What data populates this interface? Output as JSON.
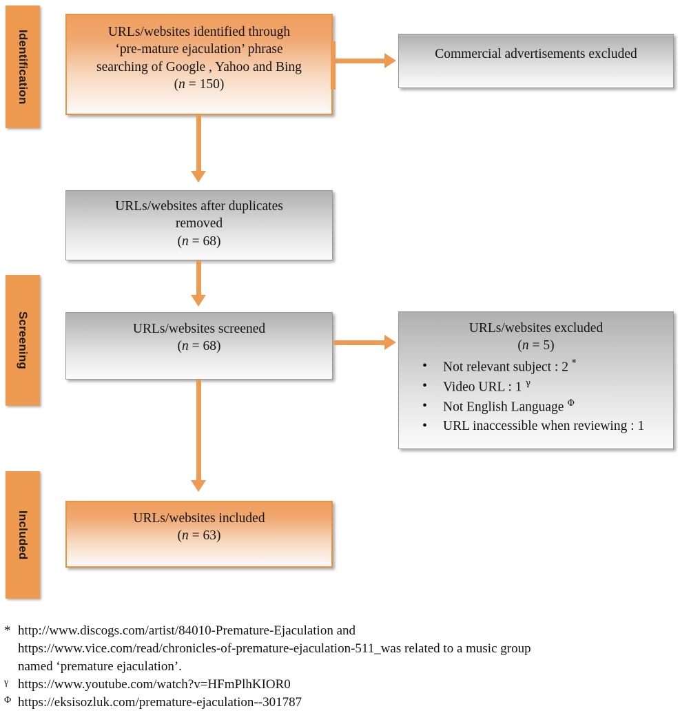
{
  "colors": {
    "accent_orange": "#ee9a51",
    "arrow_orange": "#ed9a52",
    "gray_box_top": "#b0b0b0",
    "gray_box_bottom": "#fbfbfb"
  },
  "stages": [
    {
      "label": "Identification"
    },
    {
      "label": "Screening"
    },
    {
      "label": "Included"
    }
  ],
  "boxes": {
    "identified": {
      "lines": [
        "URLs/websites identified through",
        "‘pre-mature ejaculation’ phrase",
        "searching of Google , Yahoo and Bing"
      ],
      "count_prefix": "(",
      "count_n": "n",
      "count_value": " = 150)"
    },
    "commercial_excluded": {
      "lines": [
        "Commercial advertisements excluded"
      ]
    },
    "after_duplicates": {
      "lines": [
        "URLs/websites after duplicates",
        "removed"
      ],
      "count_prefix": "(",
      "count_n": "n",
      "count_value": " = 68)"
    },
    "screened": {
      "lines": [
        "URLs/websites screened"
      ],
      "count_prefix": "(",
      "count_n": "n",
      "count_value": " = 68)"
    },
    "excluded": {
      "title": "URLs/websites excluded",
      "count_prefix": "(",
      "count_n": "n",
      "count_value": " = 5)",
      "items": [
        {
          "text": "Not relevant subject : 2 ",
          "mark": "*"
        },
        {
          "text": "Video URL : 1 ",
          "mark": "γ"
        },
        {
          "text": "Not English Language ",
          "mark": "Φ"
        },
        {
          "text": "URL inaccessible when reviewing : 1",
          "mark": ""
        }
      ]
    },
    "included": {
      "lines": [
        "URLs/websites included"
      ],
      "count_prefix": "(",
      "count_n": "n",
      "count_value": " = 63)"
    }
  },
  "footnotes": [
    {
      "mark": "*",
      "line1": "http://www.discogs.com/artist/84010-Premature-Ejaculation and",
      "line2": "https://www.vice.com/read/chronicles-of-premature-ejaculation-511_was related to a music group",
      "line3": "named ‘premature ejaculation’."
    },
    {
      "mark": "γ",
      "line1": "https://www.youtube.com/watch?v=HFmPlhKIOR0"
    },
    {
      "mark": "Φ",
      "line1": "https://eksisozluk.com/premature-ejaculation--301787"
    }
  ]
}
